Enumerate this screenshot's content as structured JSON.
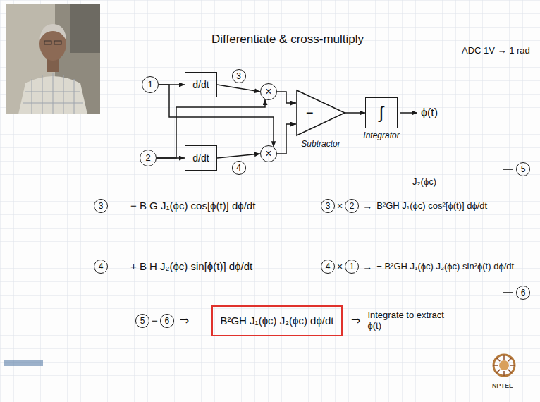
{
  "diagram": {
    "title": "Differentiate & cross-multiply",
    "nodes": [
      {
        "text": [
          "1"
        ]
      },
      {
        "text": [
          "d/dt"
        ]
      },
      {
        "text": [
          "×"
        ]
      },
      {
        "text": [
          "2"
        ]
      },
      {
        "text": [
          "d/dt"
        ]
      },
      {
        "text": [
          "×"
        ]
      },
      {
        "text": [
          "−",
          "Subtractor"
        ]
      },
      {
        "text": [
          "∫",
          "Integrator"
        ]
      },
      {
        "text": [
          "B²GH J₁(ϕc) J₂(ϕc) dϕ/dt"
        ]
      }
    ],
    "edges": [
      {
        "from": 0,
        "to": 1,
        "arrow": "to"
      },
      {
        "from": 0,
        "to": 5,
        "arrow": "to"
      },
      {
        "from": 1,
        "to": 2,
        "arrow": "to",
        "label": "3"
      },
      {
        "from": 3,
        "to": 4,
        "arrow": "to"
      },
      {
        "from": 3,
        "to": 2,
        "arrow": "to"
      },
      {
        "from": 4,
        "to": 5,
        "arrow": "to",
        "label": "4"
      },
      {
        "from": 2,
        "to": 6,
        "arrow": "to"
      },
      {
        "from": 5,
        "to": 6,
        "arrow": "to"
      },
      {
        "from": 6,
        "to": 7,
        "arrow": "to"
      }
    ],
    "labels": [
      "ADC 1V → 1 rad",
      "ϕ(t)",
      "3",
      "− B G J₁(ϕc) cos[ϕ(t)] dϕ/dt",
      "3",
      "×",
      "2",
      "→",
      "J₂(ϕc)",
      "B²GH J₁(ϕc) cos²[ϕ(t)] dϕ/dt",
      "5",
      "4",
      "+ B H J₂(ϕc) sin[ϕ(t)] dϕ/dt",
      "4",
      "×",
      "1",
      "→",
      "− B²GH J₁(ϕc) J₂(ϕc) sin²ϕ(t) dϕ/dt",
      "6",
      "5",
      "−",
      "6",
      "⇒",
      "⇒",
      "Integrate to extract ϕ(t)",
      "NPTEL"
    ]
  }
}
